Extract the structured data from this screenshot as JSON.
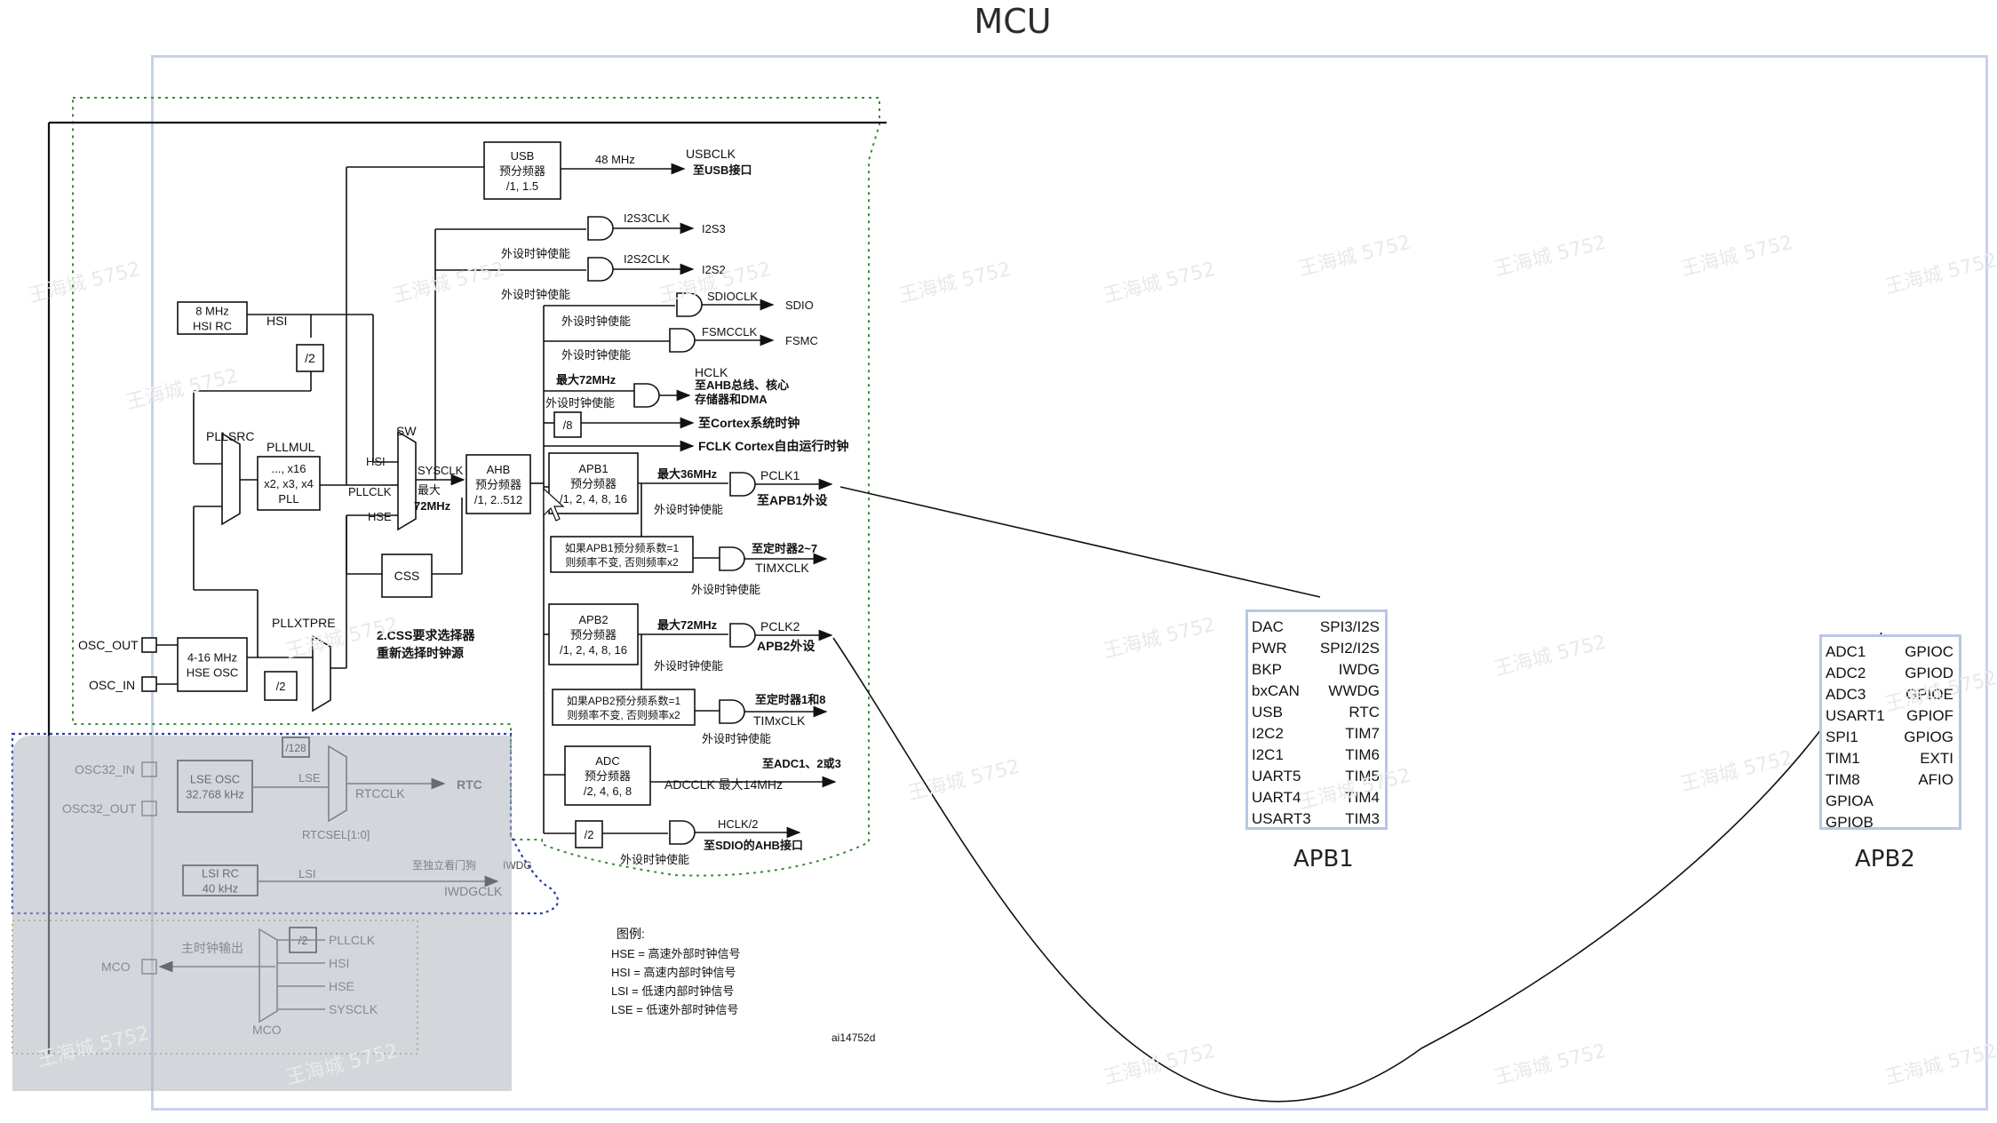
{
  "title": "MCU",
  "watermark": "王海城 5752",
  "apb1": {
    "label": "APB1",
    "left": [
      "DAC",
      "PWR",
      "BKP",
      "bxCAN",
      "USB",
      "I2C2",
      "I2C1",
      "UART5",
      "UART4",
      "USART3"
    ],
    "right": [
      "SPI3/I2S",
      "SPI2/I2S",
      "IWDG",
      "WWDG",
      "RTC",
      "TIM7",
      "TIM6",
      "TIM5",
      "TIM4",
      "TIM3"
    ]
  },
  "apb2": {
    "label": "APB2",
    "left": [
      "ADC1",
      "ADC2",
      "ADC3",
      "USART1",
      "SPI1",
      "TIM1",
      "TIM8",
      "GPIOA",
      "GPIOB"
    ],
    "right": [
      "GPIOC",
      "GPIOD",
      "GPIOE",
      "GPIOF",
      "GPIOG",
      "EXTI",
      "AFIO"
    ]
  },
  "clock_tree": {
    "hsi_rc": [
      "8 MHz",
      "HSI RC"
    ],
    "hsi": "HSI",
    "div2": "/2",
    "pllsrc": "PLLSRC",
    "pllmul": "PLLMUL",
    "pll_box": [
      "..., x16",
      "x2, x3, x4",
      "PLL"
    ],
    "pllclk": "PLLCLK",
    "hse": "HSE",
    "sw": "SW",
    "sysclk": "SYSCLK",
    "sysclk_max": [
      "最大",
      "72MHz"
    ],
    "css": "CSS",
    "css_note": [
      "2.CSS要求选择器",
      "重新选择时钟源"
    ],
    "pllxtpre": "PLLXTPRE",
    "osc_out": "OSC_OUT",
    "osc_in": "OSC_IN",
    "hse_osc": [
      "4-16 MHz",
      "HSE OSC"
    ],
    "usb_prescaler": [
      "USB",
      "预分频器",
      "/1, 1.5"
    ],
    "usb_freq": "48 MHz",
    "usbclk": "USBCLK",
    "usbclk_to": "至USB接口",
    "ahb_prescaler": [
      "AHB",
      "预分频器",
      "/1, 2..512"
    ],
    "periph_enable": "外设时钟使能",
    "i2s3clk": "I2S3CLK",
    "i2s3": "I2S3",
    "i2s2clk": "I2S2CLK",
    "i2s2": "I2S2",
    "sdioclk": "SDIOCLK",
    "sdio": "SDIO",
    "fsmcclk": "FSMCCLK",
    "fsmc": "FSMC",
    "hclk_max": "最大72MHz",
    "hclk": "HCLK",
    "hclk_to": [
      "至AHB总线、核心",
      "存储器和DMA"
    ],
    "div8": "/8",
    "cortex_timer": "至Cortex系统时钟",
    "fclk": "FCLK Cortex自由运行时钟",
    "apb1_prescaler": [
      "APB1",
      "预分频器",
      "/1, 2, 4, 8, 16"
    ],
    "apb1_max": "最大36MHz",
    "pclk1": "PCLK1",
    "pclk1_to": "至APB1外设",
    "apb1_timer_note": [
      "如果APB1预分频系数=1",
      "则频率不变, 否则频率x2"
    ],
    "timer27": "至定时器2~7",
    "timxclk": "TIMXCLK",
    "apb2_prescaler": [
      "APB2",
      "预分频器",
      "/1, 2, 4, 8, 16"
    ],
    "apb2_max": "最大72MHz",
    "pclk2": "PCLK2",
    "pclk2_to": "APB2外设",
    "apb2_timer_note": [
      "如果APB2预分频系数=1",
      "则频率不变, 否则频率x2"
    ],
    "timer18": "至定时器1和8",
    "timxclk2": "TIMxCLK",
    "adc_prescaler": [
      "ADC",
      "预分频器",
      "/2, 4, 6, 8"
    ],
    "adc_to": "至ADC1、2或3",
    "adcclk": "ADCCLK  最大14MHz",
    "div2b": "/2",
    "hclk2": "HCLK/2",
    "sdio_ahb": "至SDIO的AHB接口",
    "osc32_in": "OSC32_IN",
    "osc32_out": "OSC32_OUT",
    "lse_osc": [
      "LSE OSC",
      "32.768 kHz"
    ],
    "div128": "/128",
    "lse": "LSE",
    "rtcclk": "RTCCLK",
    "rtc": "RTC",
    "rtcsel": "RTCSEL[1:0]",
    "lsi_rc": [
      "LSI RC",
      "40 kHz"
    ],
    "lsi": "LSI",
    "iwdg_to": "至独立看门狗",
    "iwdg": "IWDG",
    "iwdgclk": "IWDGCLK",
    "mco_out": "主时钟输出",
    "mco": "MCO",
    "mco_div2": "/2",
    "mco_src": [
      "PLLCLK",
      "HSI",
      "HSE",
      "SYSCLK"
    ],
    "legend_title": "图例:",
    "legend": [
      "HSE = 高速外部时钟信号",
      "HSI = 高速内部时钟信号",
      "LSI = 低速内部时钟信号",
      "LSE = 低速外部时钟信号"
    ],
    "figure_id": "ai14752d"
  }
}
